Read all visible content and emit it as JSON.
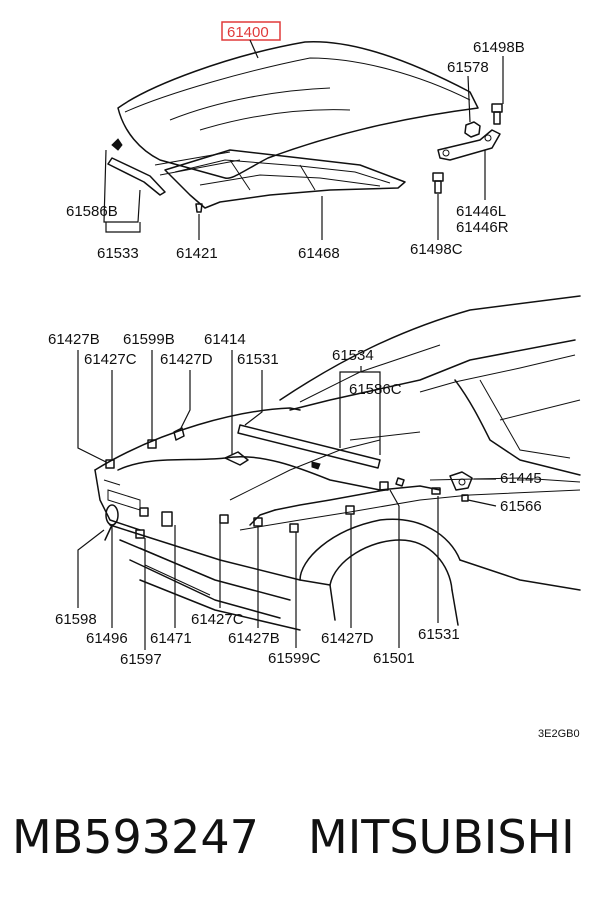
{
  "diagram": {
    "highlight_color": "#e03a3a",
    "upper_labels": {
      "hood": "61400",
      "bolt_top": "61498B",
      "nut": "61578",
      "seal_pair": "61586B",
      "seal_assy": "61533",
      "clip": "61421",
      "insulator": "61468",
      "bolt_bottom": "61498C",
      "hinge_l": "61446L",
      "hinge_r": "61446R"
    },
    "lower_labels": {
      "l1": "61427B",
      "l2": "61599B",
      "l3": "61414",
      "l4": "61427C",
      "l5": "61427D",
      "l6": "61531",
      "l7": "61534",
      "l8": "61586C",
      "l9": "61445",
      "l10": "61566",
      "l11": "61598",
      "l12": "61496",
      "l13": "61471",
      "l14": "61597",
      "l15": "61427C",
      "l16": "61427B",
      "l17": "61599C",
      "l18": "61427D",
      "l19": "61501",
      "l20": "61531"
    },
    "figure_code": "3E2GB0"
  },
  "footer": {
    "part_number": "MB593247",
    "brand": "MITSUBISHI"
  }
}
